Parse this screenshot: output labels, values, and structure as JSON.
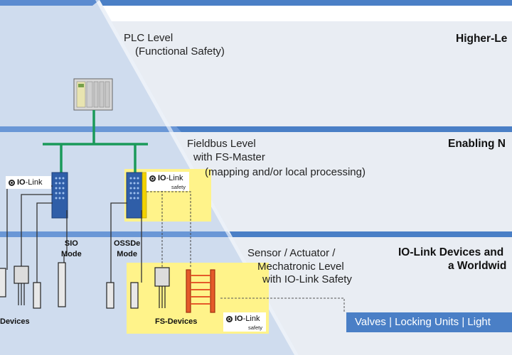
{
  "levels": {
    "plc": {
      "line1": "PLC Level",
      "line2": "(Functional Safety)",
      "right_label": "Higher-Le"
    },
    "fieldbus": {
      "line1": "Fieldbus Level",
      "line2": "with FS-Master",
      "line3": "(mapping and/or local processing)",
      "right_label": "Enabling N"
    },
    "sensor": {
      "line1": "Sensor / Actuator /",
      "line2": "Mechatronic  Level",
      "line3": "with IO-Link Safety",
      "right_label_line1": "IO-Link Devices and",
      "right_label_line2": "a Worldwid"
    }
  },
  "badges": {
    "io_link_1": {
      "brand": "IO",
      "suffix": "-Link"
    },
    "io_link_safety_1": {
      "brand": "IO",
      "suffix": "-Link",
      "sub": "safety"
    },
    "io_link_safety_2": {
      "brand": "IO",
      "suffix": "-Link",
      "sub": "safety"
    }
  },
  "modes": {
    "sio": {
      "line1": "SIO",
      "line2": "Mode"
    },
    "ossde": {
      "line1": "OSSDe",
      "line2": "Mode"
    }
  },
  "devices": {
    "left_label": "Devices",
    "fs_label": "FS-Devices"
  },
  "bottom_bar": "Valves | Locking Units | Light",
  "colors": {
    "band_light": "#e9edf3",
    "band_dark": "#4a7fc6",
    "pyramid_fill": "#cfdcee",
    "fieldbus_green": "#1a9a5a",
    "highlight_yellow": "#fff38a",
    "module_blue": "#2f5ea8"
  }
}
